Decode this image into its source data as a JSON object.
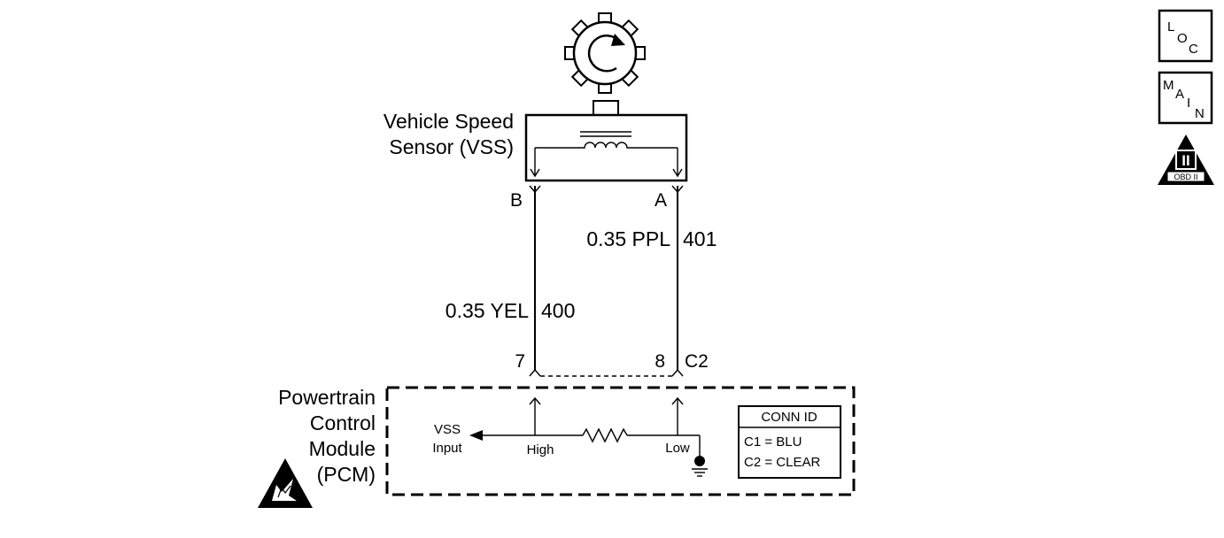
{
  "sensor": {
    "label_line1": "Vehicle Speed",
    "label_line2": "Sensor (VSS)",
    "pin_b": "B",
    "pin_a": "A"
  },
  "wires": {
    "a": {
      "gauge_color": "0.35 PPL",
      "circuit": "401"
    },
    "b": {
      "gauge_color": "0.35 YEL",
      "circuit": "400"
    }
  },
  "connector": {
    "pin_b_end": "7",
    "pin_a_end": "8",
    "name": "C2"
  },
  "pcm": {
    "label_line1": "Powertrain",
    "label_line2": "Control",
    "label_line3": "Module",
    "label_line4": "(PCM)",
    "vss_input_line1": "VSS",
    "vss_input_line2": "Input",
    "high_label": "High",
    "low_label": "Low"
  },
  "conn_id": {
    "title": "CONN ID",
    "c1": "C1  =  BLU",
    "c2": "C2  =  CLEAR"
  },
  "nav": {
    "loc_l": "L",
    "loc_o": "O",
    "loc_c": "C",
    "main_m": "M",
    "main_a": "A",
    "main_i": "I",
    "main_n": "N",
    "obd_numeral": "II",
    "obd_label": "OBD II"
  },
  "icons": {
    "reluctor": "reluctor-wheel-icon",
    "esd": "esd-warning-icon",
    "obd": "obd-ii-icon",
    "ground": "ground-icon"
  }
}
